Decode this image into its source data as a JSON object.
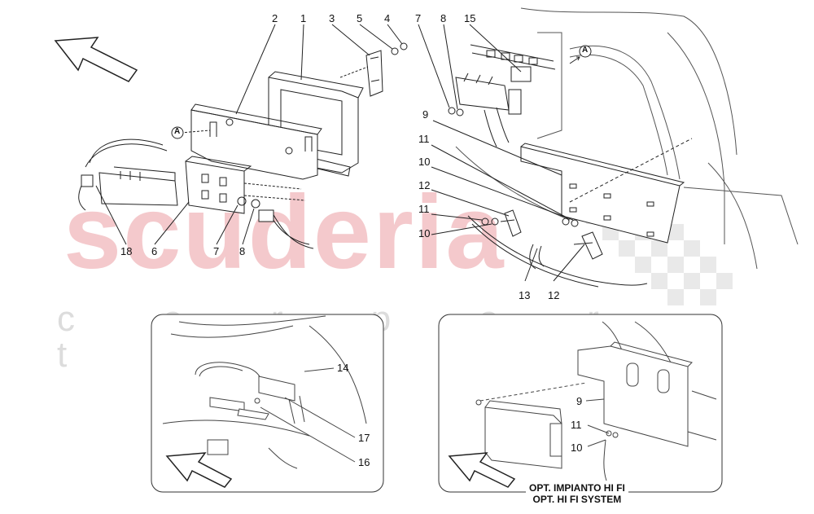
{
  "watermark": {
    "brand": "scuderia",
    "tagline": "c a r p a r t s"
  },
  "view_marker": "A",
  "callouts": {
    "c2": "2",
    "c1": "1",
    "c3": "3",
    "c5": "5",
    "c4": "4",
    "c7a": "7",
    "c8a": "8",
    "c15": "15",
    "c9a": "9",
    "c11a": "11",
    "c10a": "10",
    "c12a": "12",
    "c11b": "11",
    "c10b": "10",
    "c13": "13",
    "c12b": "12",
    "c18": "18",
    "c6": "6",
    "c7b": "7",
    "c8b": "8",
    "c14": "14",
    "c17": "17",
    "c16": "16",
    "c9b": "9",
    "c11c": "11",
    "c10c": "10"
  },
  "option_caption": {
    "line1": "OPT. IMPIANTO HI FI",
    "line2": "OPT. HI FI SYSTEM"
  },
  "colors": {
    "line": "#222222",
    "watermark_red": "#f4c9cc",
    "checker": "#e9e9e9"
  }
}
